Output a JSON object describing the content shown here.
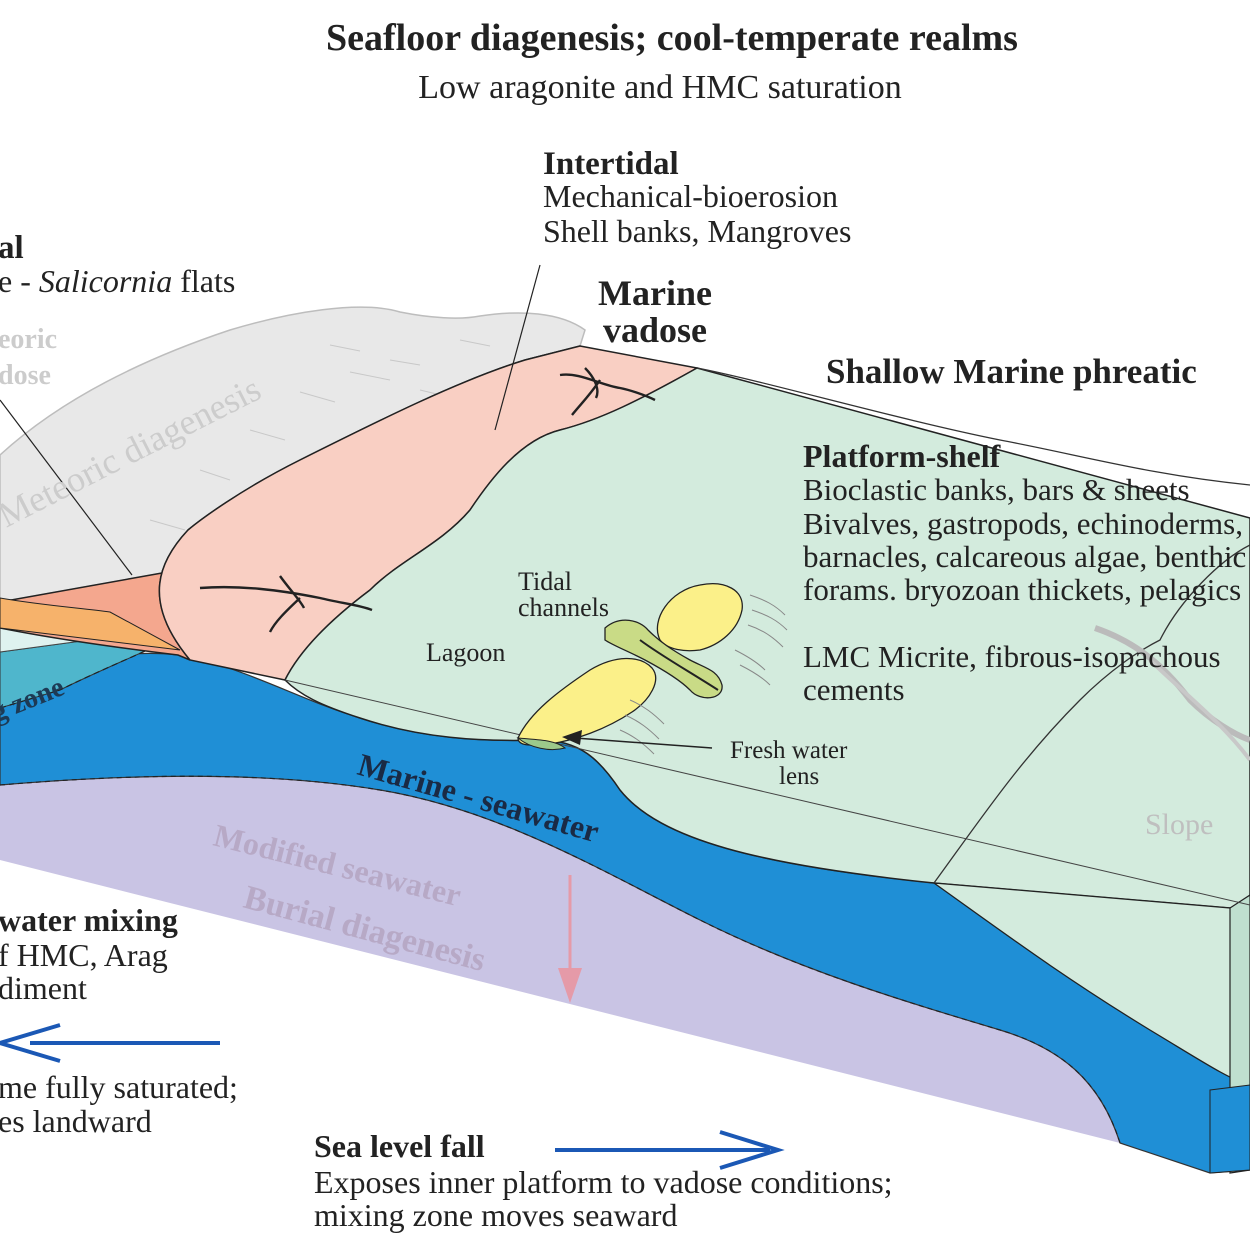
{
  "title": "Seafloor diagenesis; cool-temperate realms",
  "subtitle": "Low aragonite and HMC saturation",
  "intertidal": {
    "heading": "Intertidal",
    "line1": "Mechanical-bioerosion",
    "line2": "Shell banks, Mangroves"
  },
  "supratidal": {
    "heading": "al",
    "line_pre": "e - ",
    "line_italic": "Salicornia",
    "line_post": " flats"
  },
  "meteoric_vadose": {
    "line1": "eoric",
    "line2": "dose"
  },
  "marine_vadose": {
    "line1": "Marine",
    "line2": "vadose"
  },
  "shallow_marine_phreatic": "Shallow Marine phreatic",
  "meteoric_diagenesis": "Meteoric diagenesis",
  "platform_shelf": {
    "heading": "Platform-shelf",
    "lines": [
      "Bioclastic banks, bars & sheets",
      "Bivalves, gastropods, echinoderms,",
      "barnacles, calcareous algae, benthic",
      "forams. bryozoan thickets, pelagics",
      "LMC Micrite, fibrous-isopachous",
      "cements"
    ]
  },
  "tidal_channels": {
    "line1": "Tidal",
    "line2": "channels"
  },
  "lagoon": "Lagoon",
  "fresh_water_lens": {
    "line1": "Fresh water",
    "line2": "lens"
  },
  "mixing_zone": "g zone",
  "marine_seawater": "Marine - seawater",
  "modified_seawater": "Modified seawater",
  "burial_diagenesis": "Burial diagenesis",
  "slope": "Slope",
  "mixing_note": {
    "heading": "water mixing",
    "line1": "f HMC, Arag",
    "line2": "diment"
  },
  "sea_level_rise_note": {
    "line1": "me fully saturated;",
    "line2": "es landward"
  },
  "sea_level_fall": {
    "heading": "Sea level fall",
    "line1": "Exposes inner platform to vadose conditions;",
    "line2": "mixing zone moves seaward"
  },
  "colors": {
    "supratidal_fill": "#f4a78e",
    "intertidal_fill": "#f9cfc3",
    "platform_fill": "#d3ebdd",
    "meteoric_fill": "#e8e8e8",
    "seawater_fill": "#1f8fd6",
    "burial_fill": "#c9c4e4",
    "mixing_fill": "#4fb6cc",
    "lens_fill": "#fbf089",
    "channel_fill": "#c9db86",
    "arrow_blue": "#1b58b5",
    "arrow_pink": "#e59aa8"
  }
}
